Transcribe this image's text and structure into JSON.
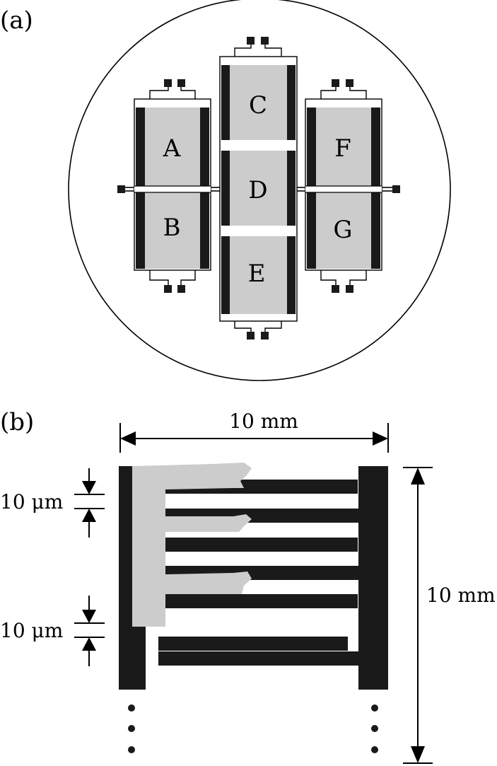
{
  "panel_a": {
    "label": "(a)",
    "devices": [
      {
        "id": "A",
        "label": "A"
      },
      {
        "id": "B",
        "label": "B"
      },
      {
        "id": "C",
        "label": "C"
      },
      {
        "id": "D",
        "label": "D"
      },
      {
        "id": "E",
        "label": "E"
      },
      {
        "id": "F",
        "label": "F"
      },
      {
        "id": "G",
        "label": "G"
      }
    ]
  },
  "panel_b": {
    "label": "(b)",
    "width_label": "10 mm",
    "height_label": "10 mm",
    "gap_label_top": "10 μm",
    "gap_label_bottom": "10 μm"
  },
  "colors": {
    "electrode": "#1a1a1a",
    "film": "#cccccc",
    "background": "#ffffff"
  }
}
